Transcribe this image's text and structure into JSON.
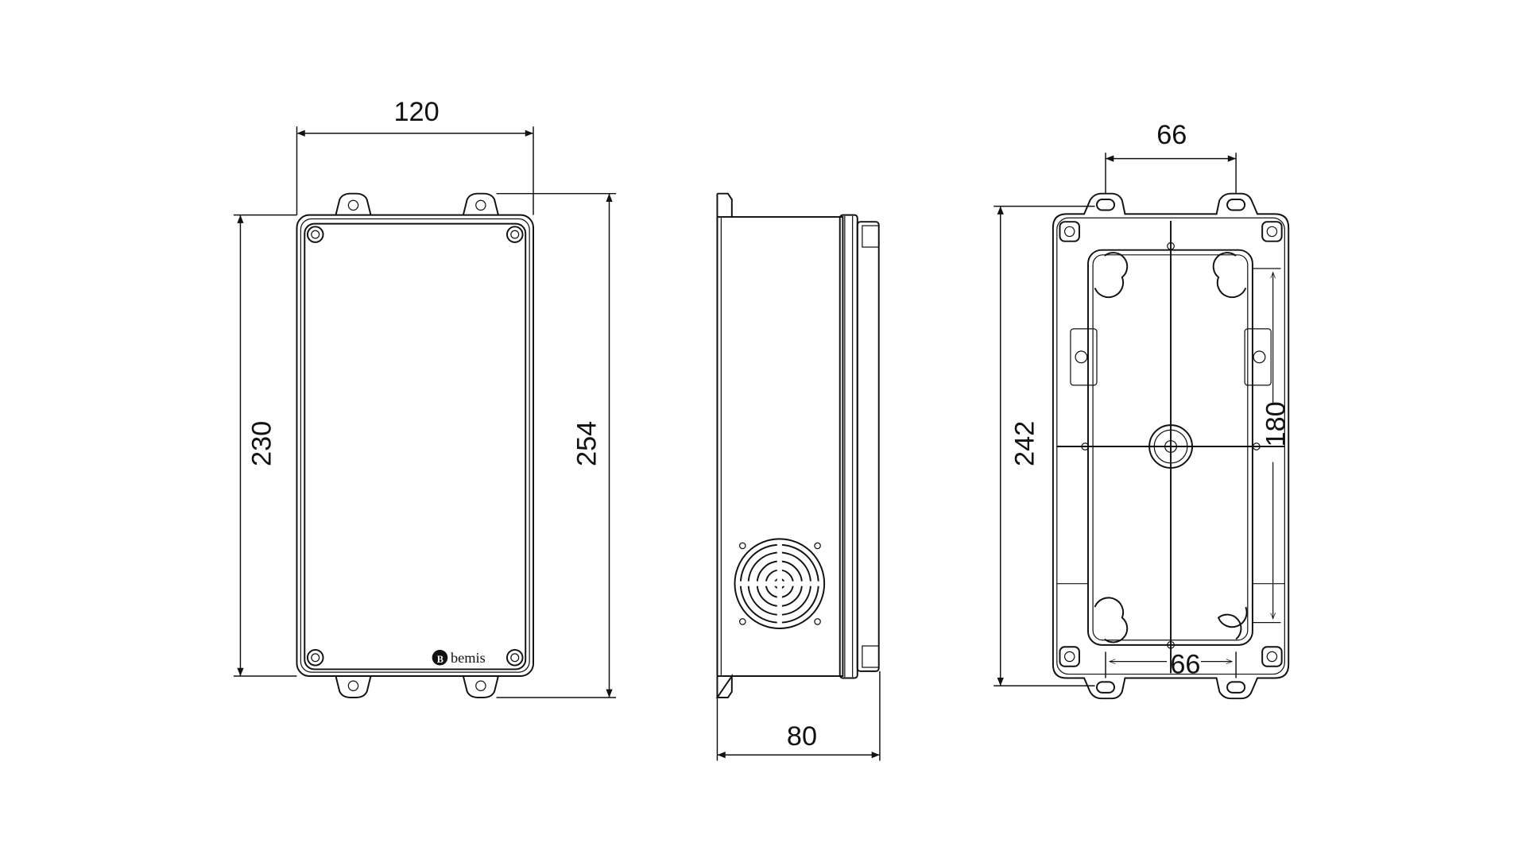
{
  "drawing": {
    "front_view": {
      "width_label": "120",
      "height_label": "230",
      "overall_height_label": "254",
      "brand_logo": "bemis"
    },
    "side_view": {
      "depth_label": "80"
    },
    "back_view": {
      "tab_spacing_top_label": "66",
      "overall_height_label": "242",
      "mount_spacing_label": "180",
      "tab_spacing_bottom_label": "66"
    }
  }
}
